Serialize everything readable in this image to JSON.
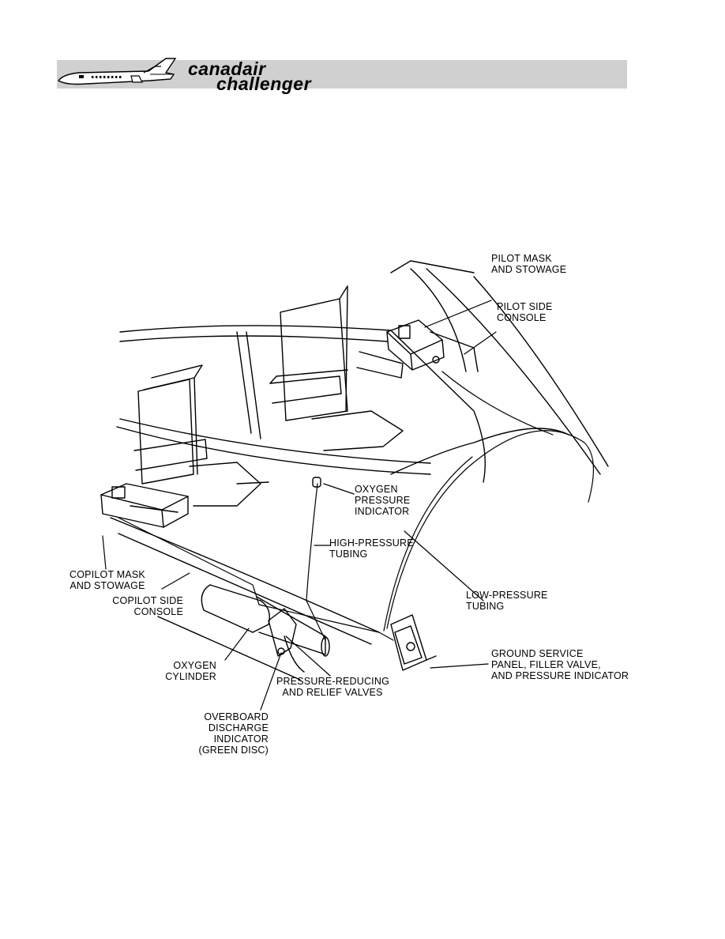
{
  "header": {
    "brand_line1": "canadair",
    "brand_line2": "challenger"
  },
  "labels": {
    "pilot_mask": "PILOT MASK\nAND STOWAGE",
    "pilot_console": "PILOT SIDE\nCONSOLE",
    "oxygen_pressure_indicator": "OXYGEN\nPRESSURE\nINDICATOR",
    "high_pressure_tubing": "HIGH-PRESSURE\nTUBING",
    "copilot_mask": "COPILOT MASK\nAND STOWAGE",
    "copilot_console": "COPILOT SIDE\nCONSOLE",
    "low_pressure_tubing": "LOW-PRESSURE\nTUBING",
    "ground_service": "GROUND SERVICE\nPANEL, FILLER VALVE,\nAND PRESSURE INDICATOR",
    "oxygen_cylinder": "OXYGEN\nCYLINDER",
    "pressure_reducing": "PRESSURE-REDUCING\nAND RELIEF VALVES",
    "overboard_discharge": "OVERBOARD\nDISCHARGE\nINDICATOR\n(GREEN DISC)"
  }
}
